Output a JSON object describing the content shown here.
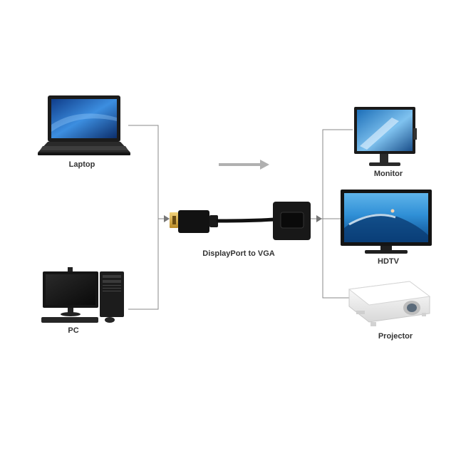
{
  "devices": {
    "laptop": "Laptop",
    "pc": "PC",
    "monitor": "Monitor",
    "hdtv": "HDTV",
    "projector": "Projector"
  },
  "adapter": {
    "label": "DisplayPort to VGA"
  },
  "colors": {
    "connector_line": "#8a8a8a",
    "arrow": "#a8a8a8",
    "cable": "#111111",
    "plug_gold": "#d9b24a",
    "screen_blue": "#2a6fc9",
    "device_dark": "#1e1e1e",
    "projector_white": "#f1f1f1"
  },
  "icons": [
    "laptop-icon",
    "pc-icon",
    "monitor-icon",
    "hdtv-icon",
    "projector-icon",
    "displayport-plug-icon",
    "vga-adapter-icon",
    "flow-arrow-icon"
  ]
}
